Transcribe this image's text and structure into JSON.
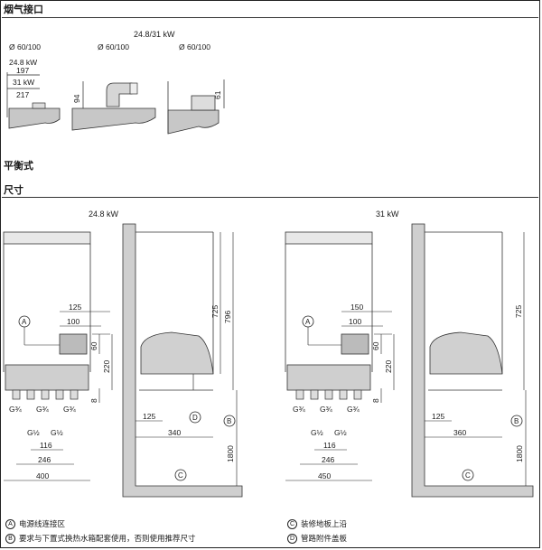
{
  "sections": {
    "flue_title": "烟气接口",
    "balanced_title": "平衡式",
    "dims_title": "尺寸"
  },
  "flue": {
    "power_header": "24.8/31 kW",
    "dia_a": "Ø 60/100",
    "dia_b": "Ø 60/100",
    "dia_c": "Ø 60/100",
    "label_248": "24.8 kW",
    "val_197": "197",
    "label_31": "31 kW",
    "val_217": "217",
    "val_94": "94",
    "val_61": "61"
  },
  "left_diagram": {
    "power": "24.8 kW",
    "d125": "125",
    "d100": "100",
    "d60": "60",
    "d220": "220",
    "d8": "8",
    "d725": "725",
    "d796": "796",
    "d116": "116",
    "d246": "246",
    "d400": "400",
    "d125b": "125",
    "d340": "340",
    "d1800": "1800",
    "g34a": "G¾",
    "g34b": "G¾",
    "g34c": "G¾",
    "g12a": "G½",
    "g12b": "G½",
    "mark_a": "A",
    "mark_b": "B",
    "mark_c": "C",
    "mark_d": "D"
  },
  "right_diagram": {
    "power": "31 kW",
    "d150": "150",
    "d100": "100",
    "d60": "60",
    "d220": "220",
    "d8": "8",
    "d725": "725",
    "d116": "116",
    "d246": "246",
    "d450": "450",
    "d125": "125",
    "d360": "360",
    "d1800": "1800",
    "g34a": "G¾",
    "g34b": "G¾",
    "g34c": "G¾",
    "g12a": "G½",
    "g12b": "G½",
    "mark_a": "A",
    "mark_b": "B",
    "mark_c": "C"
  },
  "legend": {
    "a_mark": "A",
    "a_text": "电源线连接区",
    "b_mark": "B",
    "b_text": "要求与下置式换热水箱配套使用，否则使用推荐尺寸",
    "c_mark": "C",
    "c_text": "装修地板上沿",
    "d_mark": "D",
    "d_text": "管路附件盖板"
  }
}
